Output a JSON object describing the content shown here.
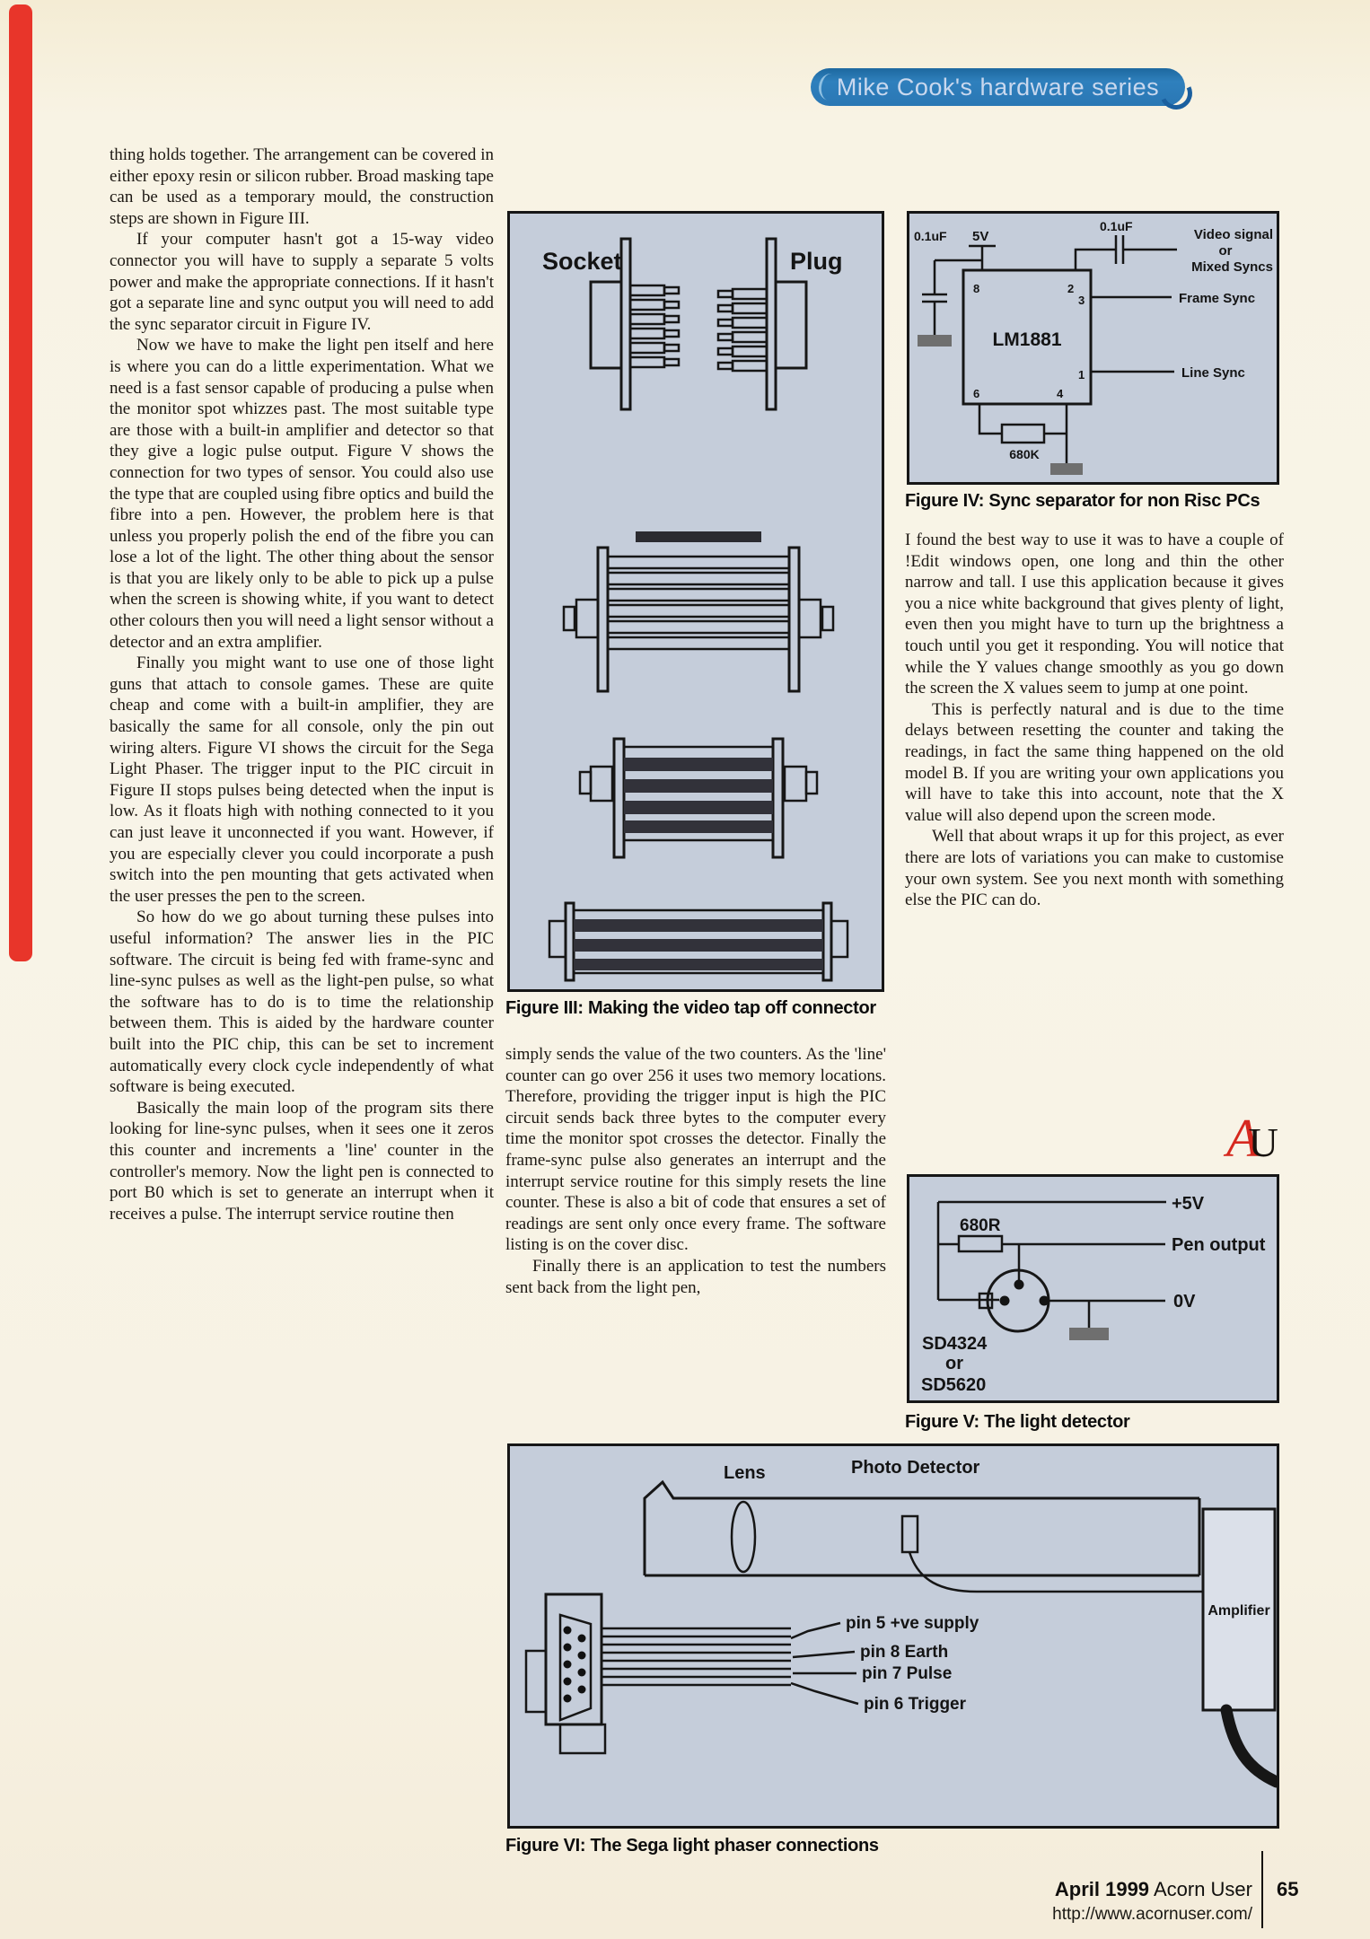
{
  "page": {
    "badge_label": "Mike Cook's hardware series",
    "au_logo": {
      "a": "A",
      "u": "U"
    },
    "footer": {
      "issue": "April 1999",
      "magazine": "Acorn User",
      "page_number": "65",
      "url": "http://www.acornuser.com/"
    }
  },
  "article": {
    "column1": [
      "thing holds together. The arrangement can be covered in either epoxy resin or silicon rubber. Broad masking tape can be used as a temporary mould, the construction steps are shown in Figure III.",
      "If your computer hasn't got a 15-way video connector you will have to supply a separate 5 volts power and make the appropriate connections. If it hasn't got a separate line and sync output you will need to add the sync separator circuit in Figure IV.",
      "Now we have to make the light pen itself and here is where you can do a little experimentation. What we need is a fast sensor capable of producing a pulse when the monitor spot whizzes past. The most suitable type are those with a built-in amplifier and detector so that they give a logic pulse output. Figure V shows the connection for two types of sensor. You could also use the type that are coupled using fibre optics and build the fibre into a pen. However, the problem here is that unless you properly polish the end of the fibre you can lose a lot of the light. The other thing about the sensor is that you are likely only to be able to pick up a pulse when the screen is showing white, if you want to detect other colours then you will need a light sensor without a detector and an extra amplifier.",
      "Finally you might want to use one of those light guns that attach to console games. These are quite cheap and come with a built-in amplifier, they are basically the same for all console, only the pin out wiring alters. Figure VI shows the circuit for the Sega Light Phaser. The trigger input to the PIC circuit in Figure II stops pulses being detected when the input is low. As it floats high with nothing connected to it you can just leave it unconnected if you want. However, if you are especially clever you could incorporate a push switch into the pen mounting that gets activated when the user presses the pen to the screen.",
      "So how do we go about turning these pulses into useful information? The answer lies in the PIC software. The circuit is being fed with frame-sync and line-sync pulses as well as the light-pen pulse, so what the software has to do is to time the relationship between them. This is aided by the hardware counter built into the PIC chip, this can be set to increment automatically every clock cycle independently of what software is being executed.",
      "Basically the main loop of the program sits there looking for line-sync pulses, when it sees one it zeros this counter and increments a 'line' counter in the controller's memory. Now the light pen is connected to port B0 which is set to generate an interrupt when it receives a pulse. The interrupt service routine then"
    ],
    "column2": [
      "simply sends the value of the two counters. As the 'line' counter can go over 256 it uses two memory locations. Therefore, providing the trigger input is high the PIC circuit sends back three bytes to the computer every time the monitor spot crosses the detector. Finally the frame-sync pulse also generates an interrupt and the interrupt service routine for this simply resets the line counter. These is also a bit of code that ensures a set of readings are sent only once every frame. The software listing is on the cover disc.",
      "Finally there is an application to test the numbers sent back from the light pen,"
    ],
    "column3": [
      "I found the best way to use it was to have a couple of !Edit windows open, one long and thin the other narrow and tall. I use this application because it gives you a nice white background that gives plenty of light, even then you might have to turn up the brightness a touch until you get it responding. You will notice that while the Y values change smoothly as you go down the screen the X values seem to jump at one point.",
      "This is perfectly natural and is due to the time delays between resetting the counter and taking the readings, in fact the same thing happened on the old model B. If you are writing your own applications you will have to take this into account, note that the X value will also depend upon the screen mode.",
      "Well that about wraps it up for this project, as ever there are lots of variations you can make to customise your own system. See you next month with something else the PIC can do."
    ]
  },
  "figures": {
    "fig3": {
      "caption": "Figure III: Making the video tap off connector",
      "labels": {
        "socket": "Socket",
        "plug": "Plug"
      }
    },
    "fig4": {
      "caption": "Figure IV: Sync separator for non Risc PCs",
      "labels": {
        "cap_left": "0.1uF",
        "supply": "5V",
        "cap_top": "0.1uF",
        "video_line1": "Video signal",
        "video_line2": "or",
        "video_line3": "Mixed Syncs",
        "frame_sync": "Frame Sync",
        "line_sync": "Line Sync",
        "chip": "LM1881",
        "resistor": "680K",
        "pin8": "8",
        "pin2": "2",
        "pin3": "3",
        "pin1": "1",
        "pin6": "6",
        "pin4": "4"
      }
    },
    "fig5": {
      "caption": "Figure V: The light detector",
      "labels": {
        "rail_5v": "+5V",
        "resistor": "680R",
        "pen_output": "Pen output",
        "zero_v": "0V",
        "sensor_line1": "SD4324",
        "sensor_line2": "or",
        "sensor_line3": "SD5620"
      }
    },
    "fig6": {
      "caption": "Figure VI: The Sega light phaser connections",
      "labels": {
        "lens": "Lens",
        "photo_detector": "Photo Detector",
        "amplifier": "Amplifier",
        "pin5": "pin 5 +ve supply",
        "pin8": "pin 8 Earth",
        "pin7": "pin 7 Pulse",
        "pin6": "pin 6 Trigger"
      }
    }
  }
}
